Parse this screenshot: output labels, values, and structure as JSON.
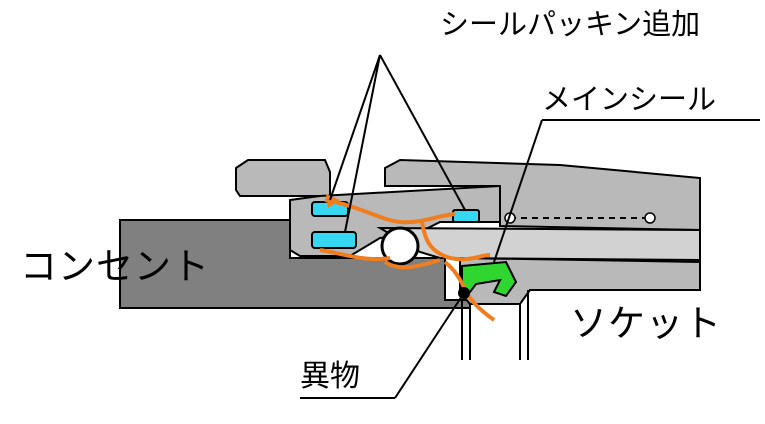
{
  "labels": {
    "seal_packing_added": "シールパッキン追加",
    "main_seal": "メインシール",
    "outlet": "コンセント",
    "socket": "ソケット",
    "foreign_matter": "異物"
  },
  "colors": {
    "outline": "#000000",
    "body_gray": "#b9b9b9",
    "dark_gray": "#808080",
    "light_gray": "#d2d2d2",
    "seal_cyan": "#35d8f0",
    "main_seal_green": "#2fd62f",
    "flow_orange": "#f07d1e",
    "ball_white": "#ffffff"
  }
}
